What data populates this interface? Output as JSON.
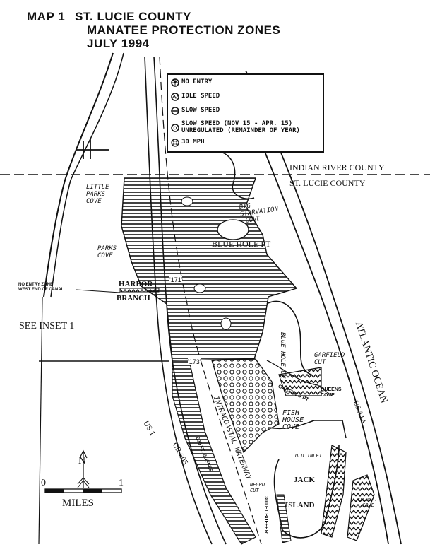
{
  "title": {
    "map_number": "MAP 1",
    "line1": "ST. LUCIE COUNTY",
    "line2": "MANATEE PROTECTION ZONES",
    "line3": "JULY 1994"
  },
  "legend": {
    "items": [
      {
        "icon": "no-entry-icon",
        "label": "NO ENTRY"
      },
      {
        "icon": "idle-speed-icon",
        "label": "IDLE SPEED"
      },
      {
        "icon": "slow-speed-icon",
        "label": "SLOW SPEED"
      },
      {
        "icon": "seasonal-slow-speed-icon",
        "label": "SLOW SPEED (NOV 15 - APR. 15)",
        "label2": "UNREGULATED (REMAINDER OF YEAR)"
      },
      {
        "icon": "30-mph-icon",
        "label": "30 MPH"
      }
    ]
  },
  "labels": {
    "indian_river_county": "INDIAN RIVER COUNTY",
    "st_lucie_county": "ST. LUCIE COUNTY",
    "little_parks_cove": [
      "LITTLE",
      "PARKS",
      "COVE"
    ],
    "big_starvation_cove": [
      "BIG",
      "STARVATION",
      "COVE"
    ],
    "blue_hole_pt": "BLUE HOLE PT",
    "parks_cove": [
      "PARKS",
      "COVE"
    ],
    "marker_171": "'171'",
    "harbor": "HARBOR",
    "branch": "BRANCH",
    "no_entry_note": [
      "NO ENTRY ZONE",
      "WEST END OF CANAL"
    ],
    "see_inset": "SEE INSET 1",
    "blue_hole_ck": "BLUE HOLE CK",
    "atlantic_ocean": "ATLANTIC OCEAN",
    "garfield_cut": [
      "GARFIELD",
      "CUT"
    ],
    "marker_173": "'173'",
    "queens_cove": [
      "QUEENS",
      "COVE"
    ],
    "garfield_pt": "GARFIELD PT",
    "fish_house_cove": [
      "FISH",
      "HOUSE",
      "COVE"
    ],
    "intracoastal_waterway": "INTRACOASTAL WATERWAY",
    "us1": "US 1",
    "cr605": "CR 605",
    "buffer_600": "600 FT. BUFFER",
    "old_inlet": "OLD INLET",
    "us_a1a": "US A1A",
    "jack": "JACK",
    "island": "ISLAND",
    "negro_cut": [
      "NEGRO",
      "CUT"
    ],
    "buffer_300": "300 FT BUFFER",
    "wildcat_cove": [
      "WILDCAT",
      "COVE"
    ]
  },
  "scale": {
    "north": "N",
    "start": "0",
    "end": "1",
    "unit": "MILES"
  }
}
